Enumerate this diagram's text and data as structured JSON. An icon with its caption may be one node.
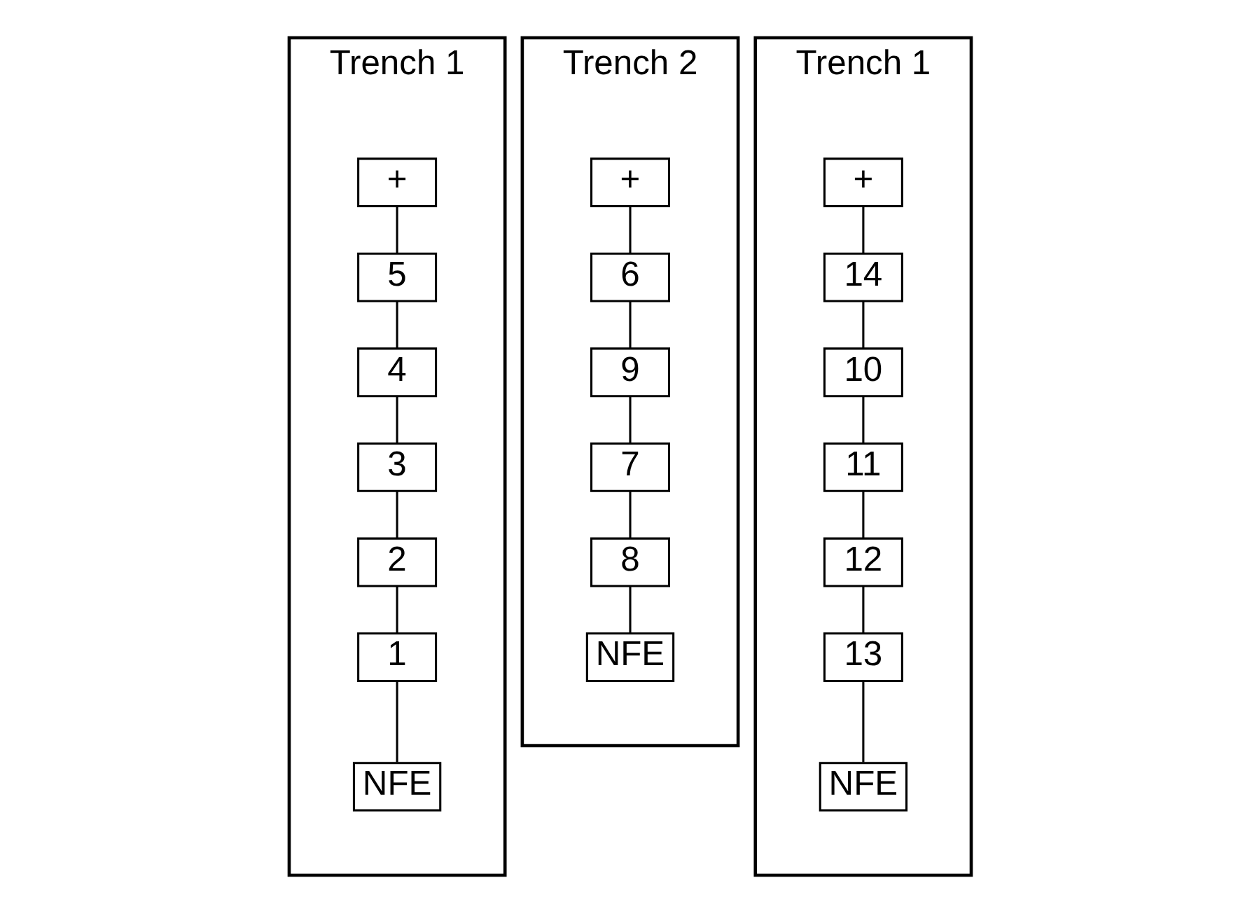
{
  "diagram": {
    "nodes": [
      {
        "text": [
          "Trench 1"
        ]
      },
      {
        "text": [
          "+"
        ],
        "in": 0
      },
      {
        "text": [
          "5"
        ],
        "in": 0
      },
      {
        "text": [
          "4"
        ],
        "in": 0
      },
      {
        "text": [
          "3"
        ],
        "in": 0
      },
      {
        "text": [
          "2"
        ],
        "in": 0
      },
      {
        "text": [
          "1"
        ],
        "in": 0
      },
      {
        "text": [
          "NFE"
        ],
        "in": 0
      },
      {
        "text": [
          "Trench 2"
        ]
      },
      {
        "text": [
          "+"
        ],
        "in": 8
      },
      {
        "text": [
          "6"
        ],
        "in": 8
      },
      {
        "text": [
          "9"
        ],
        "in": 8
      },
      {
        "text": [
          "7"
        ],
        "in": 8
      },
      {
        "text": [
          "8"
        ],
        "in": 8
      },
      {
        "text": [
          "NFE"
        ],
        "in": 8
      },
      {
        "text": [
          "Trench 1"
        ]
      },
      {
        "text": [
          "+"
        ],
        "in": 15
      },
      {
        "text": [
          "14"
        ],
        "in": 15
      },
      {
        "text": [
          "10"
        ],
        "in": 15
      },
      {
        "text": [
          "11"
        ],
        "in": 15
      },
      {
        "text": [
          "12"
        ],
        "in": 15
      },
      {
        "text": [
          "13"
        ],
        "in": 15
      },
      {
        "text": [
          "NFE"
        ],
        "in": 15
      }
    ],
    "edges": [
      {
        "from": 1,
        "to": 2,
        "arrow": "none"
      },
      {
        "from": 2,
        "to": 3,
        "arrow": "none"
      },
      {
        "from": 3,
        "to": 4,
        "arrow": "none"
      },
      {
        "from": 4,
        "to": 5,
        "arrow": "none"
      },
      {
        "from": 5,
        "to": 6,
        "arrow": "none"
      },
      {
        "from": 6,
        "to": 7,
        "arrow": "none"
      },
      {
        "from": 9,
        "to": 10,
        "arrow": "none"
      },
      {
        "from": 10,
        "to": 11,
        "arrow": "none"
      },
      {
        "from": 11,
        "to": 12,
        "arrow": "none"
      },
      {
        "from": 12,
        "to": 13,
        "arrow": "none"
      },
      {
        "from": 13,
        "to": 14,
        "arrow": "none"
      },
      {
        "from": 16,
        "to": 17,
        "arrow": "none"
      },
      {
        "from": 17,
        "to": 18,
        "arrow": "none"
      },
      {
        "from": 18,
        "to": 19,
        "arrow": "none"
      },
      {
        "from": 19,
        "to": 20,
        "arrow": "none"
      },
      {
        "from": 20,
        "to": 21,
        "arrow": "none"
      },
      {
        "from": 21,
        "to": 22,
        "arrow": "none"
      }
    ]
  }
}
